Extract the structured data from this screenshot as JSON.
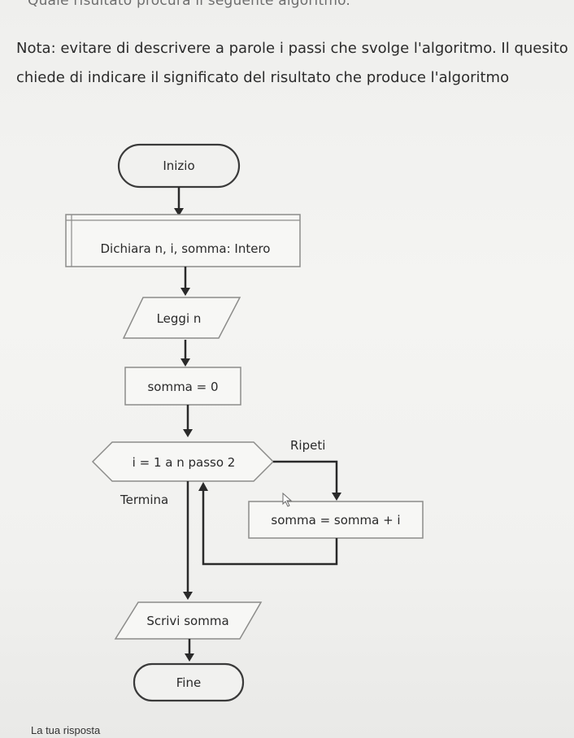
{
  "question": {
    "header": "Quale risultato procura il seguente algoritmo.",
    "note_line1": "Nota: evitare di descrivere a parole i passi che svolge l'algoritmo. Il quesito",
    "note_line2": "chiede di indicare  il significato del risultato che produce l'algoritmo"
  },
  "flowchart": {
    "start": "Inizio",
    "declare": "Dichiara n, i, somma: Intero",
    "read": "Leggi n",
    "init": "somma = 0",
    "loop": "i = 1 a n passo 2",
    "loop_repeat_label": "Ripeti",
    "loop_end_label": "Termina",
    "body": "somma = somma + i",
    "write": "Scrivi somma",
    "end": "Fine"
  },
  "answer": {
    "label": "La tua risposta"
  }
}
